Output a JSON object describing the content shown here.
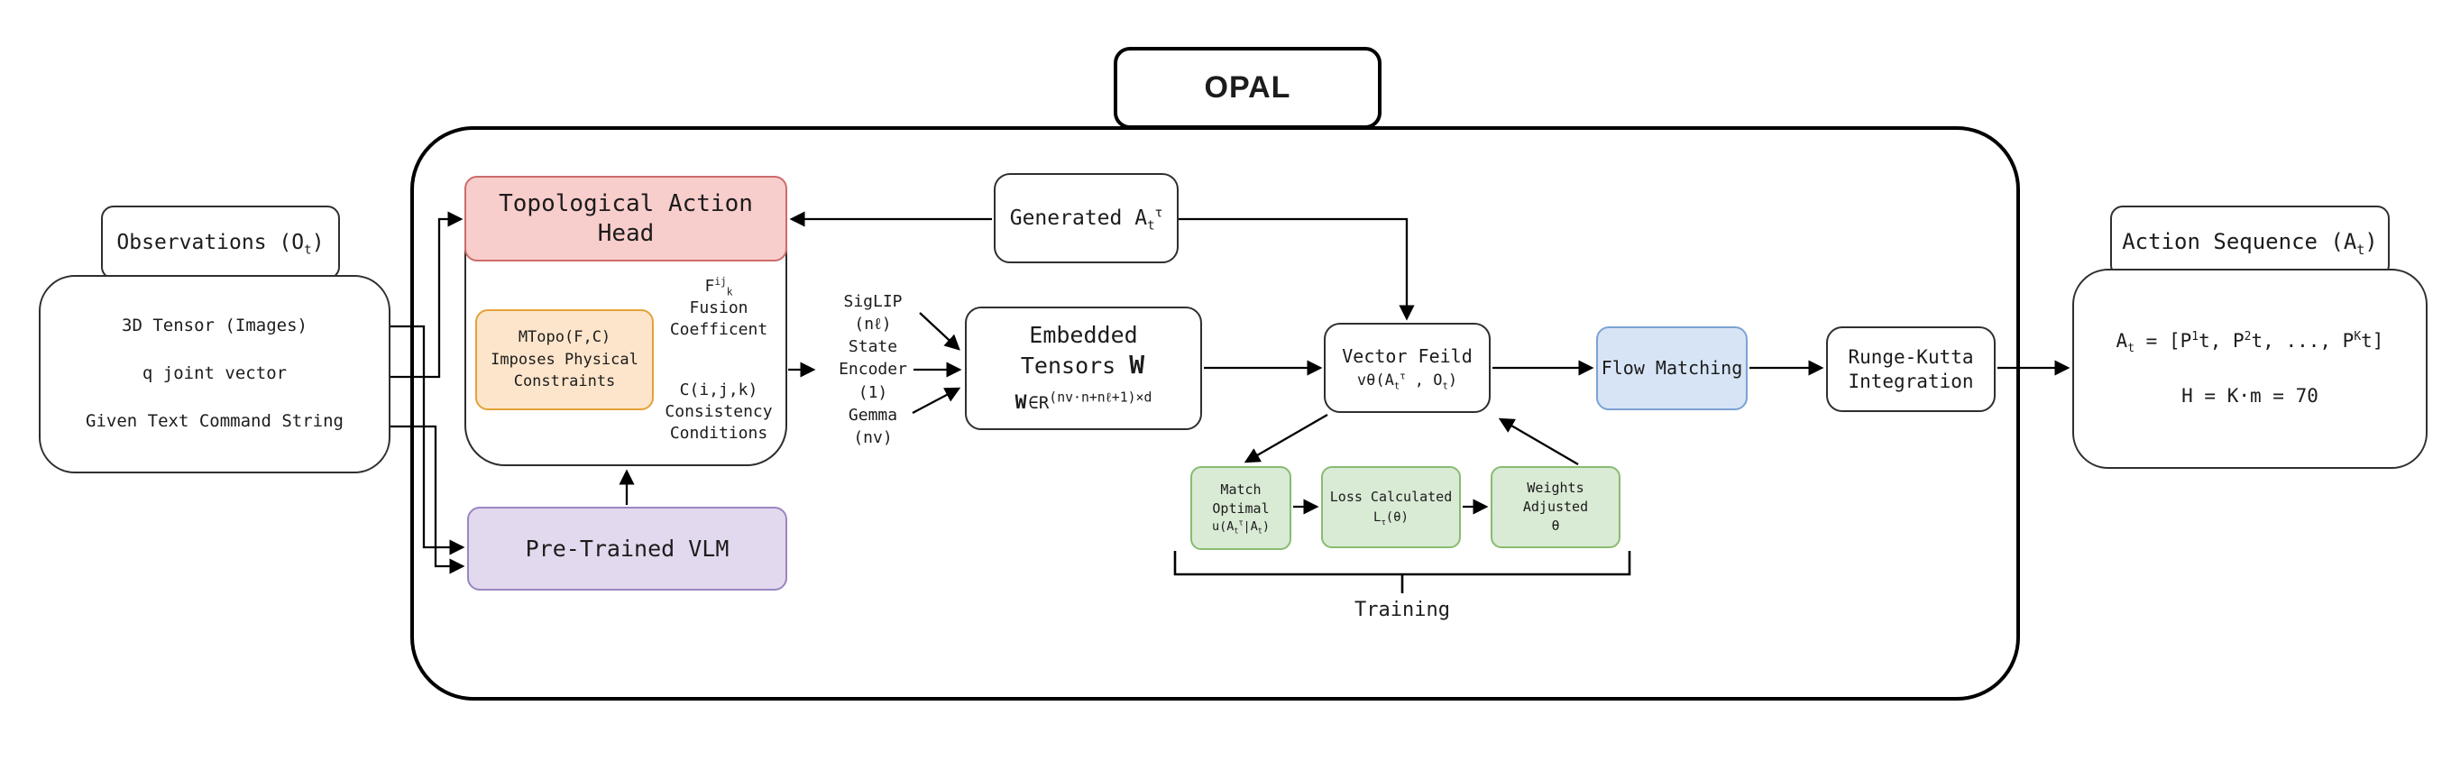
{
  "title": "OPAL",
  "observations": {
    "label": "Observations (O_{t})",
    "items": [
      "3D Tensor (Images)",
      "q joint vector",
      "Given Text Command String"
    ]
  },
  "action_head": {
    "header": "Topological Action Head",
    "mtopo_lines": [
      "MTopo(F,C)",
      "Imposes Physical",
      "Constraints"
    ],
    "fusion_lines": [
      "F^{ij}_{k}",
      "Fusion",
      "Coefficent"
    ],
    "consistency_lines": [
      "C(i,j,k)",
      "Consistency",
      "Conditions"
    ]
  },
  "vlm_label": "Pre-Trained VLM",
  "encoder_labels": [
    "SigLIP",
    "(nℓ)",
    "State",
    "Encoder",
    "(1)",
    "Gemma",
    "(nv)"
  ],
  "embedded": {
    "line1": "Embedded",
    "line2_text": "Tensors",
    "line2_symbol": "W",
    "formula_w": "W",
    "formula_mid": "∈R",
    "formula_exp": "(nv·n+nℓ+1)×d"
  },
  "generated_label": "Generated A_{t}^{τ}",
  "vector_field": {
    "line1": "Vector Feild",
    "line2": "vθ(A_{t}^{τ} , O_{t})"
  },
  "flow_label": "Flow Matching",
  "runge_lines": [
    "Runge-Kutta",
    "Integration"
  ],
  "training": {
    "label": "Training",
    "match_lines": [
      "Match",
      "Optimal",
      "u(A_{t}^{τ}|A_{t})"
    ],
    "loss_lines": [
      "Loss Calculated",
      "L_{τ}(θ)"
    ],
    "weights_lines": [
      "Weights",
      "Adjusted",
      "θ"
    ]
  },
  "action_sequence": {
    "label": "Action Sequence (A_{t})",
    "formula": "A_{t} = [P^{1}t, P^{2}t, ..., P^{K}t]",
    "horizon": "H = K·m = 70"
  },
  "colors": {
    "red_fill": "#f8cecc",
    "red_border": "#cd6b6b",
    "orange_fill": "#fde5cb",
    "orange_border": "#e3a23a",
    "purple_fill": "#e3d9ee",
    "purple_border": "#9a86c2",
    "blue_fill": "#d7e4f5",
    "blue_border": "#7ba3d4",
    "green_fill": "#d9ead5",
    "green_border": "#89bb70",
    "line": "#000000"
  }
}
